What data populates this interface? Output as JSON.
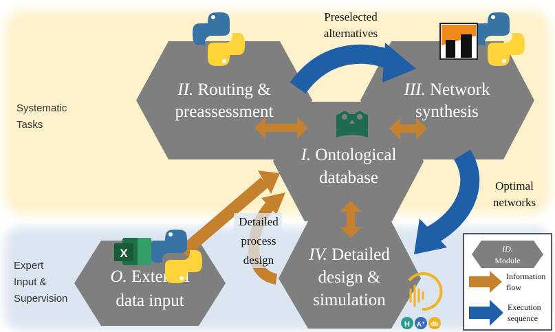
{
  "zones": {
    "systematic_label": [
      "Systematic",
      "Tasks"
    ],
    "expert_label": [
      "Expert",
      "Input &",
      "Supervision"
    ]
  },
  "modules": {
    "routing": {
      "numeral": "II.",
      "line1": "Routing &",
      "line2": "preassessment"
    },
    "network": {
      "numeral": "III.",
      "line1": "Network",
      "line2": "synthesis"
    },
    "ontology": {
      "numeral": "I.",
      "line1": "Ontological",
      "line2": "database"
    },
    "detailed": {
      "numeral": "IV.",
      "line1": "Detailed",
      "line2": "design &",
      "line3": "simulation"
    },
    "external": {
      "numeral": "O.",
      "line1": "External",
      "line2": "data input"
    }
  },
  "arrow_labels": {
    "preselected": [
      "Preselected",
      "alternatives"
    ],
    "optimal": [
      "Optimal",
      "networks"
    ],
    "detailed_process": [
      "Detailed",
      "process",
      "design"
    ]
  },
  "legend": {
    "module_id": "ID.",
    "module_label": "Module",
    "information_flow": [
      "Information",
      "flow"
    ],
    "execution_sequence": [
      "Execution",
      "sequence"
    ]
  },
  "icons": {
    "excel_letter": "X",
    "software_badges": [
      "H",
      "A⁺",
      "db"
    ]
  },
  "colors": {
    "hexagon": "#7f7f7f",
    "systematic_zone": "#fdf2cc",
    "expert_zone": "#dce6f2",
    "information_flow": "#c5812d",
    "execution_sequence": "#1f5fa8",
    "python_blue": "#3873a6",
    "python_yellow": "#ffd43b"
  }
}
